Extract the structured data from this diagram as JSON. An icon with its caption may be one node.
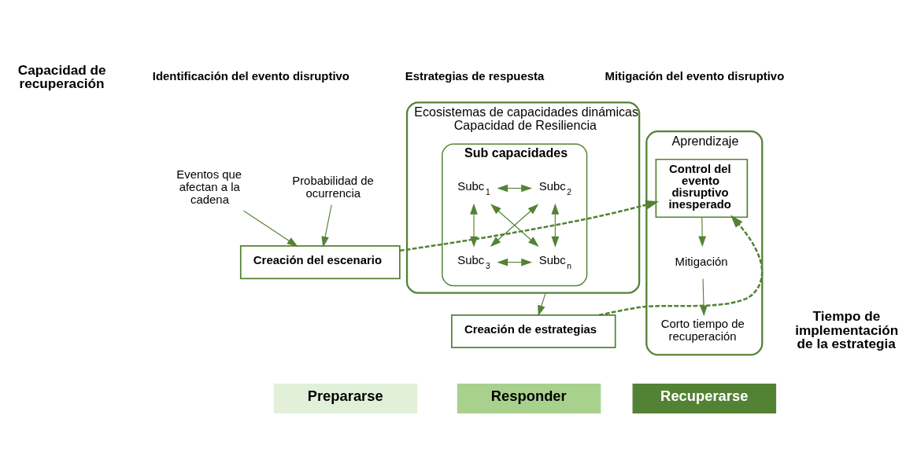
{
  "diagram": {
    "nodes": [
      {
        "text": [
          "Eventos que afectan a la cadena"
        ]
      },
      {
        "text": [
          "Probabilidad de ocurrencia"
        ]
      },
      {
        "text": [
          "Creación del escenario"
        ]
      },
      {
        "text": [
          "Ecosistemas de capacidades dinámicas",
          "Capacidad de Resiliencia"
        ]
      },
      {
        "text": [
          "Sub capacidades"
        ],
        "in": 3
      },
      {
        "text": [
          "Subc$_{1}$"
        ],
        "in": 4
      },
      {
        "text": [
          "Subc$_{2}$"
        ],
        "in": 4
      },
      {
        "text": [
          "Subc$_{3}$"
        ],
        "in": 4
      },
      {
        "text": [
          "Subc$_{n}$"
        ],
        "in": 4
      },
      {
        "text": [
          "Creación de estrategias"
        ]
      },
      {
        "text": [
          "Aprendizaje"
        ]
      },
      {
        "text": [
          "Control del evento disruptivo inesperado"
        ],
        "in": 10
      },
      {
        "text": [
          "Mitigación"
        ],
        "in": 10
      },
      {
        "text": [
          "Corto tiempo de recuperación"
        ],
        "in": 10
      },
      {
        "text": [
          "Prepararse"
        ]
      },
      {
        "text": [
          "Responder"
        ]
      },
      {
        "text": [
          "Recuperarse"
        ]
      }
    ],
    "edges": [
      {
        "from": 0,
        "to": 2,
        "arrow": "to"
      },
      {
        "from": 1,
        "to": 2,
        "arrow": "to"
      },
      {
        "from": 2,
        "to": 11,
        "arrow": "to",
        "style": "dashed"
      },
      {
        "from": 5,
        "to": 6,
        "arrow": "both"
      },
      {
        "from": 5,
        "to": 7,
        "arrow": "both"
      },
      {
        "from": 6,
        "to": 8,
        "arrow": "both"
      },
      {
        "from": 5,
        "to": 8,
        "arrow": "both"
      },
      {
        "from": 6,
        "to": 7,
        "arrow": "both"
      },
      {
        "from": 7,
        "to": 8,
        "arrow": "both"
      },
      {
        "from": 3,
        "to": 9,
        "arrow": "to"
      },
      {
        "from": 9,
        "to": 11,
        "arrow": "to",
        "style": "dashed"
      },
      {
        "from": 11,
        "to": 12,
        "arrow": "to"
      },
      {
        "from": 12,
        "to": 13,
        "arrow": "to"
      }
    ],
    "labels": [
      "Capacidad de recuperación",
      "Identificación del evento disruptivo",
      "Estrategias de respuesta",
      "Mitigación del evento disruptivo",
      "Tiempo de implementación de la estrategia"
    ]
  }
}
